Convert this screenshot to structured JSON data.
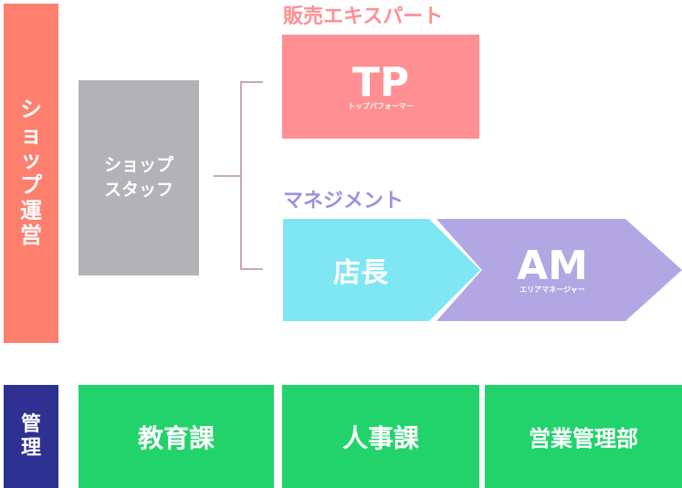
{
  "colors": {
    "shop_ops_bar": "#ff7f6e",
    "management_bar": "#2e3192",
    "shop_staff": "#b3b2b6",
    "tp": "#ff8f92",
    "tp_heading": "#ff8f92",
    "manager": "#7fe7f3",
    "am": "#b2a6e3",
    "management_heading": "#9d8fe0",
    "dept": "#22d36c",
    "bracket": "#c9a9ad"
  },
  "shop_ops_bar": {
    "chars": [
      "シ",
      "ョ",
      "ッ",
      "プ",
      "運",
      "営"
    ]
  },
  "management_bar": {
    "chars": [
      "管",
      "理"
    ]
  },
  "shop_staff": {
    "line1": "ショップ",
    "line2": "スタッフ"
  },
  "sales_expert": {
    "heading": "販売エキスパート",
    "tp_label": "TP",
    "tp_sub": "トップパフォーマー"
  },
  "management_track": {
    "heading": "マネジメント",
    "manager_label": "店長",
    "am_label": "AM",
    "am_sub": "エリアマネージャー"
  },
  "departments": [
    "教育課",
    "人事課",
    "営業管理部"
  ]
}
